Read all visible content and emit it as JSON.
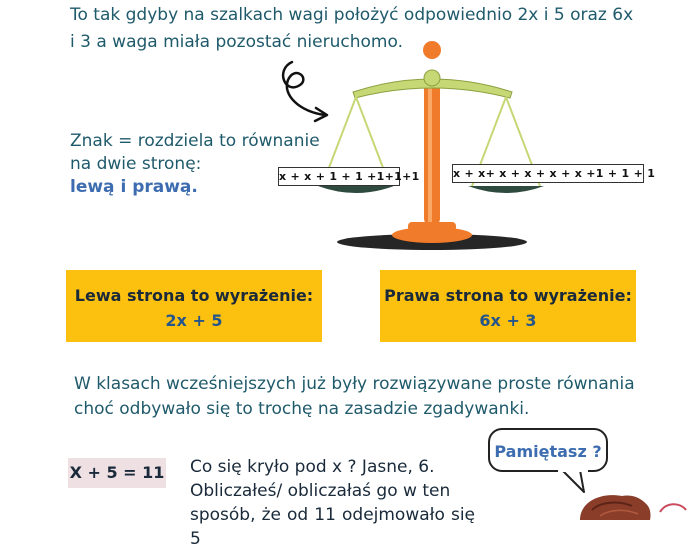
{
  "intro": {
    "line1": "To tak gdyby na szalkach wagi położyć odpowiednio 2x i 5 oraz 6x",
    "line2": "i 3 a waga miała pozostać nieruchomo."
  },
  "sign": {
    "line1": "Znak = rozdziela to równanie",
    "line2": "na dwie stronę:",
    "bold": "lewą i prawą."
  },
  "scale": {
    "left_pan": "x + x + 1 + 1 +1+1+1",
    "right_pan": "x + x+ x + x + x + x +1 + 1 + 1",
    "colors": {
      "beam": "#c5d875",
      "pillar": "#f07b2a",
      "pan": "#2f4a3e"
    }
  },
  "left_panel": {
    "title": "Lewa strona to wyrażenie:",
    "expr": "2x + 5"
  },
  "right_panel": {
    "title": "Prawa strona to wyrażenie:",
    "expr": "6x + 3"
  },
  "paragraph": {
    "line1": "W klasach wcześniejszych już były rozwiązywane proste równania",
    "line2": "choć odbywało się to trochę na zasadzie zgadywanki."
  },
  "example": {
    "equation": "X + 5 = 11",
    "line1": "Co się kryło pod x ? Jasne, 6.",
    "line2": "Obliczałeś/ obliczałaś go w ten",
    "line3": "sposób, że od 11 odejmowało się 5"
  },
  "bubble": {
    "text": "Pamiętasz ?"
  },
  "colors": {
    "accent": "#fcc10f",
    "text": "#1f5a6b",
    "highlight": "#3d6db0"
  }
}
